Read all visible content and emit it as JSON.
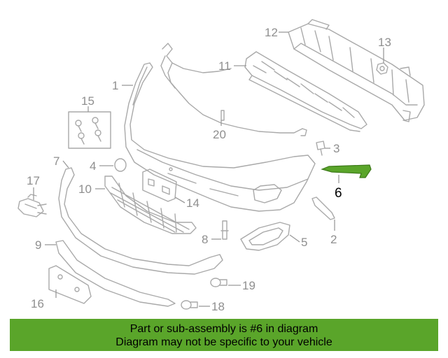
{
  "banner": {
    "line1": "Part or sub-assembly is #6 in diagram",
    "line2": "Diagram may not be specific to your vehicle"
  },
  "callouts": {
    "c1": "1",
    "c2": "2",
    "c3": "3",
    "c4": "4",
    "c5": "5",
    "c6": "6",
    "c7": "7",
    "c8": "8",
    "c9": "9",
    "c10": "10",
    "c11": "11",
    "c12": "12",
    "c13": "13",
    "c14": "14",
    "c15": "15",
    "c16": "16",
    "c17": "17",
    "c18": "18",
    "c19": "19",
    "c20": "20"
  },
  "colors": {
    "highlight": "#5aa52a",
    "part_stroke": "#a9a9a9",
    "banner_bg": "#5aa52a"
  },
  "highlighted_part": "6"
}
